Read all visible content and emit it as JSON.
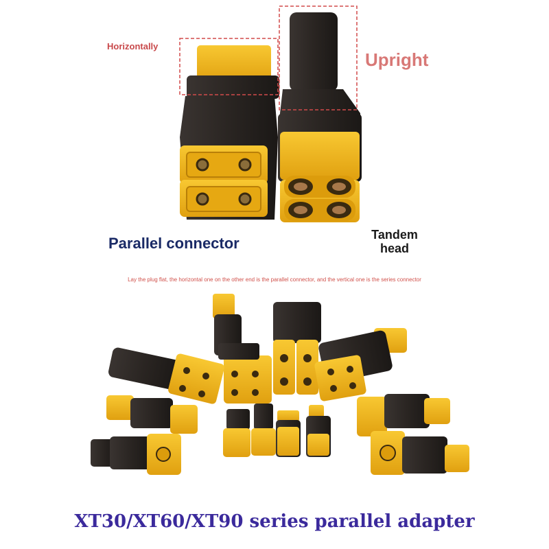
{
  "labels": {
    "horizontally": "Horizontally",
    "upright": "Upright",
    "parallel_connector": "Parallel connector",
    "tandem_head": "Tandem head",
    "instruction": "Lay the plug flat, the horizontal one on the other end is the parallel connector, and the vertical one is the series connector",
    "product_title": "XT30/XT60/XT90 series parallel adapter"
  },
  "colors": {
    "connector_yellow": "#f2b21a",
    "connector_body": "#2b2623",
    "dash_box": "#d24a4a",
    "title_purple": "#3b2a9c"
  }
}
